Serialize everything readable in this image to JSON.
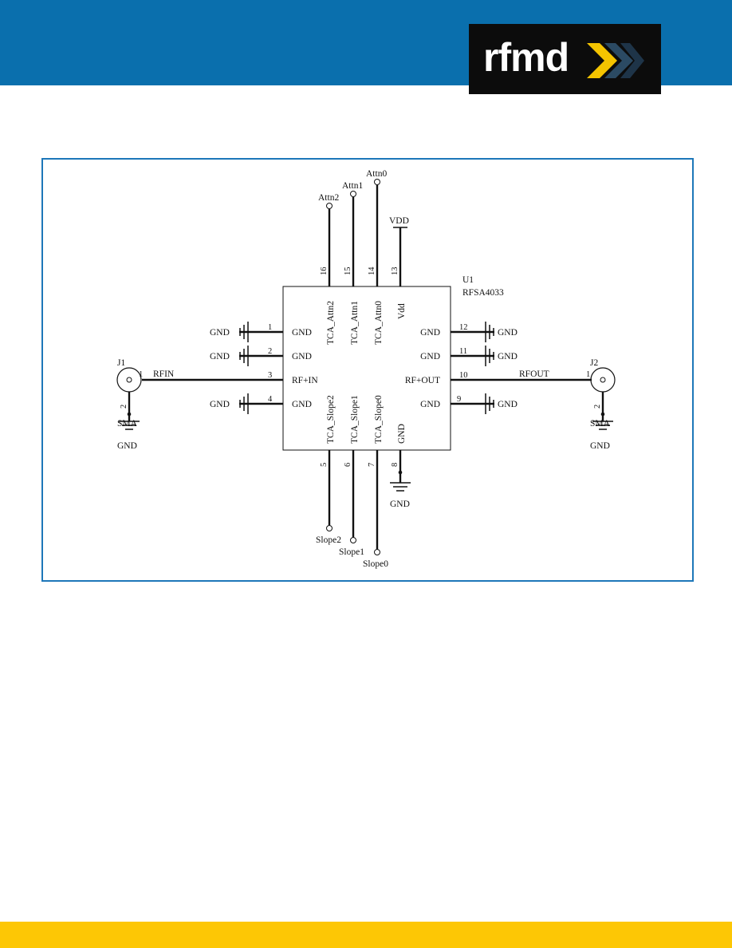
{
  "brand": {
    "logo_text": "rfmd",
    "colors": {
      "header": "#0a6fad",
      "footer": "#fdc705",
      "frame": "#1d77b9",
      "logo_bg": "#0c0c0c",
      "chevron": "#f4c400"
    }
  },
  "schematic": {
    "part": {
      "ref": "U1",
      "value": "RFSA4033"
    },
    "inner_labels": {
      "top": [
        "TCA_Attn2",
        "TCA_Attn1",
        "TCA_Attn0",
        "Vdd"
      ],
      "bottom": [
        "TCA_Slope2",
        "TCA_Slope1",
        "TCA_Slope0",
        "GND"
      ],
      "left": [
        "GND",
        "GND",
        "RF+IN",
        "GND"
      ],
      "right": [
        "GND",
        "GND",
        "RF+OUT",
        "GND"
      ]
    },
    "pin_numbers": {
      "top": [
        "16",
        "15",
        "14",
        "13"
      ],
      "bottom": [
        "5",
        "6",
        "7",
        "8"
      ],
      "left": [
        "1",
        "2",
        "3",
        "4"
      ],
      "right": [
        "12",
        "11",
        "10",
        "9"
      ]
    },
    "nets": {
      "attn2": "Attn2",
      "attn1": "Attn1",
      "attn0": "Attn0",
      "vdd": "VDD",
      "slope2": "Slope2",
      "slope1": "Slope1",
      "slope0": "Slope0",
      "rfin": "RFIN",
      "rfout": "RFOUT",
      "gnd": "GND"
    },
    "connectors": {
      "j1": {
        "ref": "J1",
        "type": "SMA",
        "pin1": "1",
        "pin2": "2"
      },
      "j2": {
        "ref": "J2",
        "type": "SMA",
        "pin1": "1",
        "pin2": "2"
      }
    }
  }
}
